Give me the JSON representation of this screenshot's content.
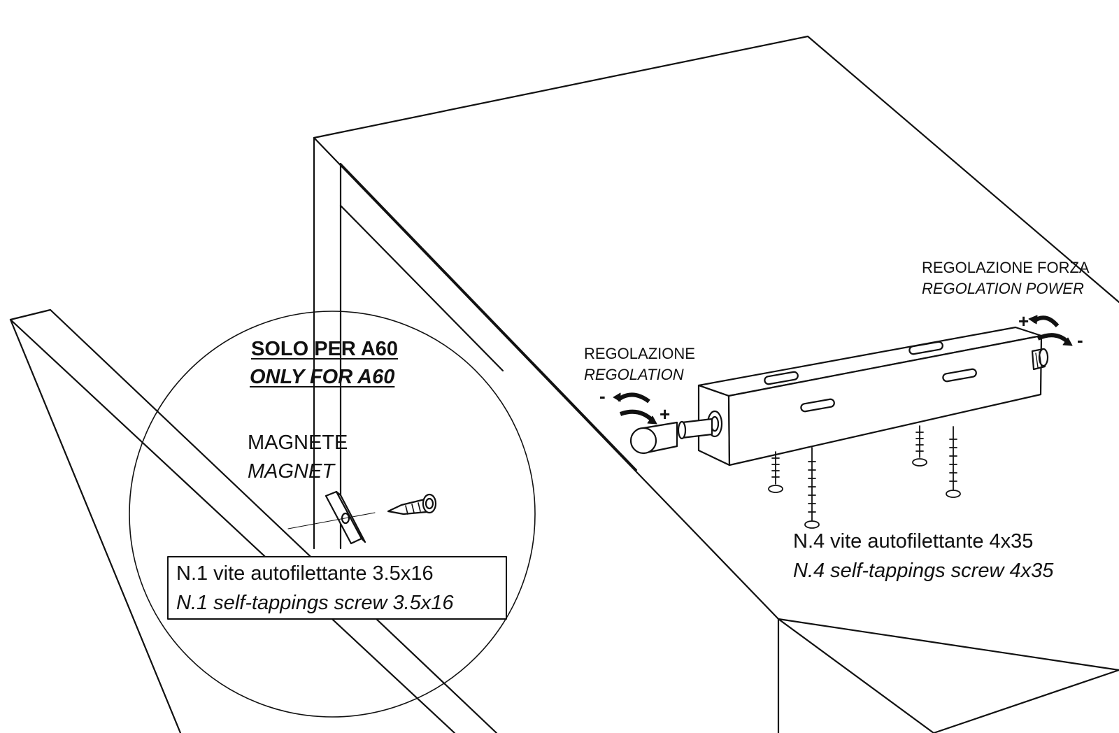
{
  "detail": {
    "heading_it": "SOLO PER A60",
    "heading_en": "ONLY FOR A60",
    "magnet_it": "MAGNETE",
    "magnet_en": "MAGNET",
    "screw_it": "N.1 vite autofilettante 3.5x16",
    "screw_en": "N.1 self-tappings screw 3.5x16"
  },
  "regulation": {
    "label_it": "REGOLAZIONE",
    "label_en": "REGOLATION",
    "minus": "-",
    "plus": "+"
  },
  "power": {
    "label_it": "REGOLAZIONE FORZA",
    "label_en": "REGOLATION POWER",
    "plus": "+",
    "minus": "-"
  },
  "mounting": {
    "screws_it": "N.4 vite autofilettante 4x35",
    "screws_en": "N.4 self-tappings screw 4x35"
  },
  "colors": {
    "line": "#111111",
    "background": "#ffffff"
  }
}
